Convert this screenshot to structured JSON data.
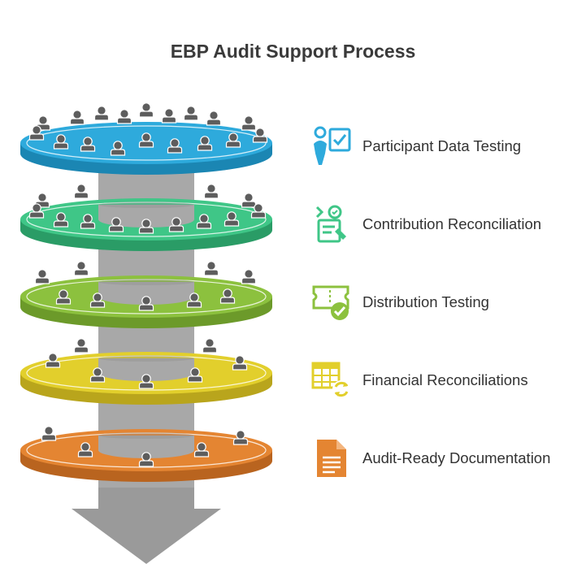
{
  "title": "EBP Audit Support Process",
  "stages": [
    {
      "label": "Participant Data Testing",
      "color": "#2eaadc",
      "dark": "#1b86b3",
      "icon": "participant-data-icon"
    },
    {
      "label": "Contribution Reconciliation",
      "color": "#3fc687",
      "dark": "#2a9c66",
      "icon": "contribution-checklist-icon"
    },
    {
      "label": "Distribution Testing",
      "color": "#8cc13e",
      "dark": "#6c9a2a",
      "icon": "distribution-ticket-icon"
    },
    {
      "label": "Financial Reconciliations",
      "color": "#e2cf2c",
      "dark": "#b9a51c",
      "icon": "financial-spreadsheet-icon"
    },
    {
      "label": "Audit-Ready Documentation",
      "color": "#e48532",
      "dark": "#b9641f",
      "icon": "document-icon"
    }
  ],
  "colors": {
    "column": "#a8a8a8",
    "column_dark": "#8c8c8c",
    "person": "#5d5d5d",
    "arrow": "#9a9a9a"
  }
}
